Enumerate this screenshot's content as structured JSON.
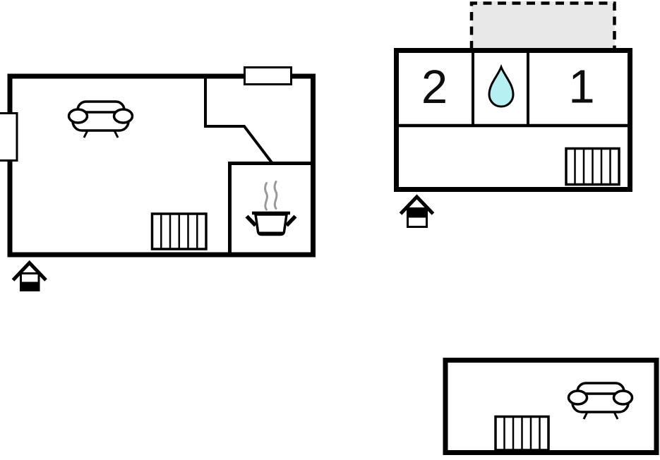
{
  "document": {
    "type": "floor-plan",
    "background": "#ffffff"
  },
  "colors": {
    "wall": "#000000",
    "terrace_fill": "#e8e8e8",
    "water_drop_fill": "#b6f0f2",
    "steam": "#999999"
  },
  "plans": {
    "main_floor": {
      "icons": {
        "sofa": "sofa-icon",
        "radiator": "radiator-icon",
        "stove": "stove-pot-icon",
        "window_top": "window-icon",
        "window_left": "window-icon",
        "entrance": "entrance-house-icon-lower-half-filled"
      }
    },
    "upper_floor": {
      "rooms": [
        {
          "label": "2"
        },
        {
          "label": "1"
        }
      ],
      "bathroom_icon": "water-drop-icon",
      "terrace_outline": "dashed",
      "icons": {
        "radiator": "radiator-icon",
        "entrance": "entrance-house-icon-upper-half-filled"
      }
    },
    "annex": {
      "icons": {
        "sofa": "sofa-icon",
        "radiator": "radiator-icon"
      }
    }
  }
}
